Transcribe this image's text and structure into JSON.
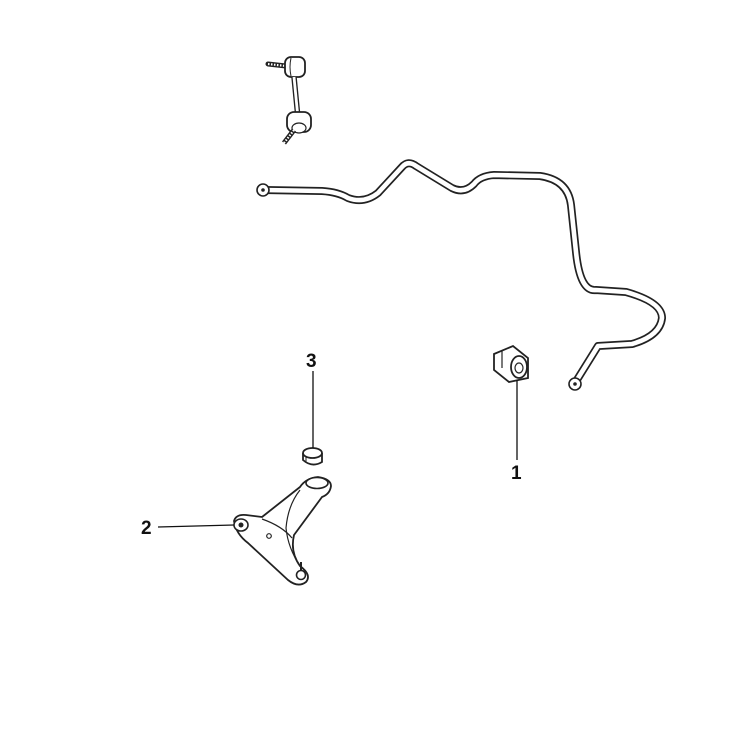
{
  "colors": {
    "background": "#ffffff",
    "line": "#222222",
    "text": "#111111"
  },
  "callouts": {
    "c1": "1",
    "c2": "2",
    "c3": "3"
  },
  "parts": [
    {
      "callout": "1",
      "icon": "stabilizer-bushing-icon"
    },
    {
      "callout": "2",
      "icon": "lower-control-arm-icon"
    },
    {
      "callout": "3",
      "icon": "control-arm-bushing-icon"
    },
    {
      "callout": "",
      "icon": "stabilizer-bar-icon"
    },
    {
      "callout": "",
      "icon": "stabilizer-link-icon"
    }
  ]
}
